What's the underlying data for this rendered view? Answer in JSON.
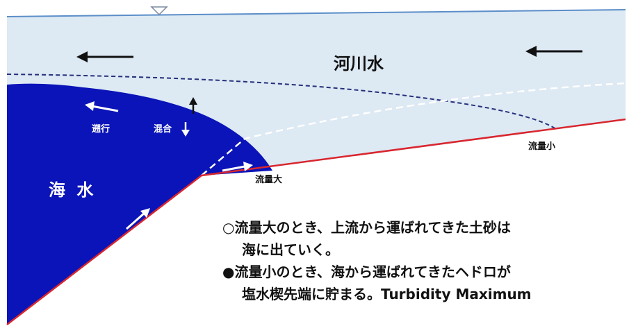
{
  "labels": {
    "river_water": "河川水",
    "sea_water": "海 水",
    "backflow": "遡行",
    "mixing": "混合",
    "flow_large": "流量大",
    "flow_small": "流量小"
  },
  "notes": [
    "○流量大のとき、上流から運ばれてきた土砂は",
    "海に出ていく。",
    "●流量小のとき、海から運ばれてきたヘドロが",
    "塩水楔先端に貯まる。Turbidity  Maximum"
  ],
  "colors": {
    "river": "#dde9f3",
    "surface_line": "#5b8ec9",
    "sea": "#0a14b8",
    "bed_line": "#d8262f",
    "interface_small": "#25307a"
  }
}
